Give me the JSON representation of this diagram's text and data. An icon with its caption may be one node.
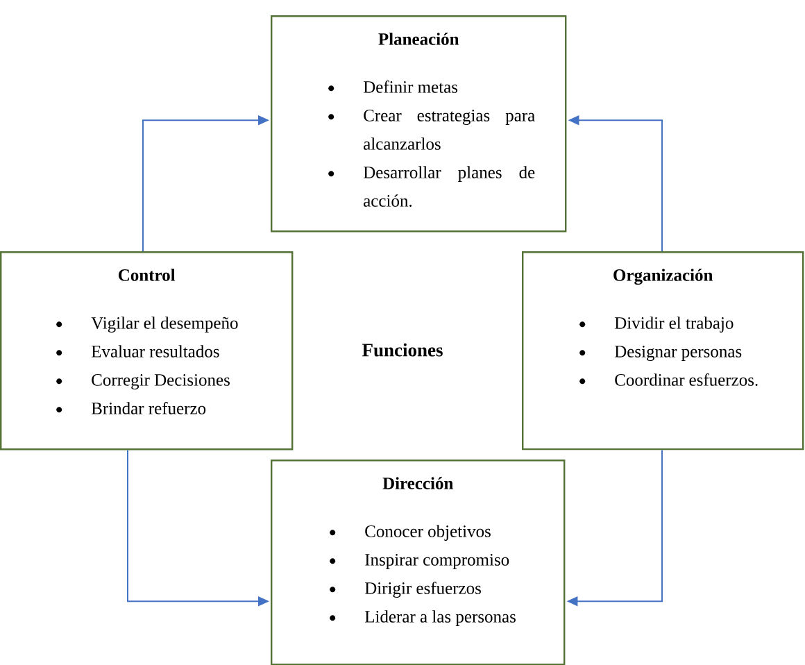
{
  "diagram": {
    "nodes": [
      {
        "text": [
          "Planeación",
          "Definir metas",
          "Crear estrategias para alcanzarlos",
          "Desarrollar planes de acción."
        ]
      },
      {
        "text": [
          "Control",
          "Vigilar el desempeño",
          "Evaluar resultados",
          "Corregir Decisiones",
          "Brindar refuerzo"
        ]
      },
      {
        "text": [
          "Organización",
          "Dividir el trabajo",
          "Designar personas",
          "Coordinar esfuerzos."
        ]
      },
      {
        "text": [
          "Dirección",
          "Conocer objetivos",
          "Inspirar compromiso",
          "Dirigir esfuerzos",
          "Liderar a las personas"
        ]
      }
    ],
    "edges": [
      {
        "from": 1,
        "to": 0,
        "arrow": "to"
      },
      {
        "from": 2,
        "to": 0,
        "arrow": "to"
      },
      {
        "from": 1,
        "to": 3,
        "arrow": "to"
      },
      {
        "from": 2,
        "to": 3,
        "arrow": "to"
      }
    ],
    "labels": [
      "Funciones"
    ]
  }
}
